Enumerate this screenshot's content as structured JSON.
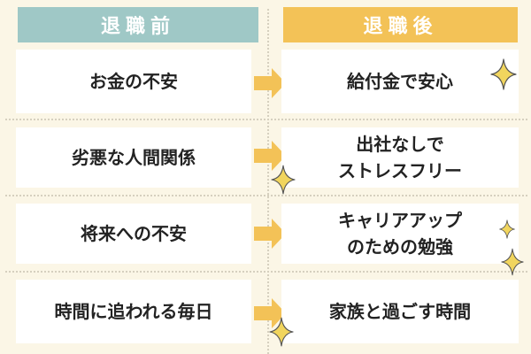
{
  "headers": {
    "before": "退職前",
    "after": "退職後"
  },
  "rows": [
    {
      "before": "お金の不安",
      "after": "給付金で安心"
    },
    {
      "before": "劣悪な人間関係",
      "after": "出社なしで\nストレスフリー"
    },
    {
      "before": "将来への不安",
      "after": "キャリアアップ\nのための勉強"
    },
    {
      "before": "時間に追われる毎日",
      "after": "家族と過ごす時間"
    }
  ],
  "colors": {
    "background": "#fbf6e6",
    "header_before": "#9fc8c6",
    "header_after": "#f3c257",
    "arrow": "#f3c257",
    "sparkle": "#f1d55e"
  },
  "icons": [
    "right-arrow-icon",
    "sparkle-icon"
  ]
}
